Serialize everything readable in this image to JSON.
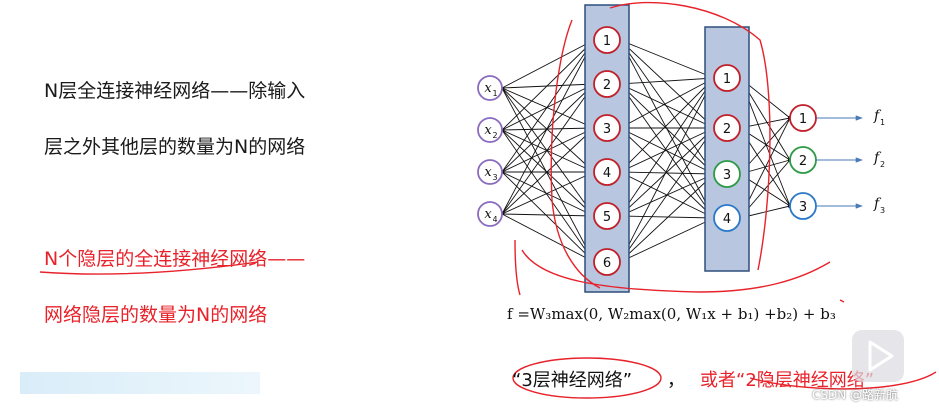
{
  "left_text": {
    "line1": "N层全连接神经网络——除输入",
    "line2": "层之外其他层的数量为N的网络",
    "line3": "N个隐层的全连接神经网络——",
    "line4": "网络隐层的数量为N的网络"
  },
  "network": {
    "inputs": [
      "x1",
      "x2",
      "x3",
      "x4"
    ],
    "input_sub": [
      "1",
      "2",
      "3",
      "4"
    ],
    "hidden1": [
      "1",
      "2",
      "3",
      "4",
      "5",
      "6"
    ],
    "hidden2": [
      "1",
      "2",
      "3",
      "4"
    ],
    "outputs": [
      "1",
      "2",
      "3"
    ],
    "output_labels": [
      "f",
      "f",
      "f"
    ],
    "output_sub": [
      "1",
      "2",
      "3"
    ],
    "colors": {
      "input": "#8a6bbf",
      "hidden1": "#c0202a",
      "hidden2_red": "#c0202a",
      "hidden2_green": "#2e9a46",
      "hidden2_blue": "#2c78c8",
      "output_red": "#c0202a",
      "output_green": "#2e9a46",
      "output_blue": "#2c78c8",
      "box_fill": "#b8c6e0",
      "box_stroke": "#2f4f7a",
      "arrow": "#4a7ab8"
    }
  },
  "formula": "f  =W₃max(0, W₂max(0, W₁x + b₁) +b₂) + b₃",
  "bottom": {
    "quote1": "“3层神经网络”",
    "sep": "，",
    "quote2": "或者“2隐层神经网络”"
  },
  "watermark": "CSDN @路新航"
}
